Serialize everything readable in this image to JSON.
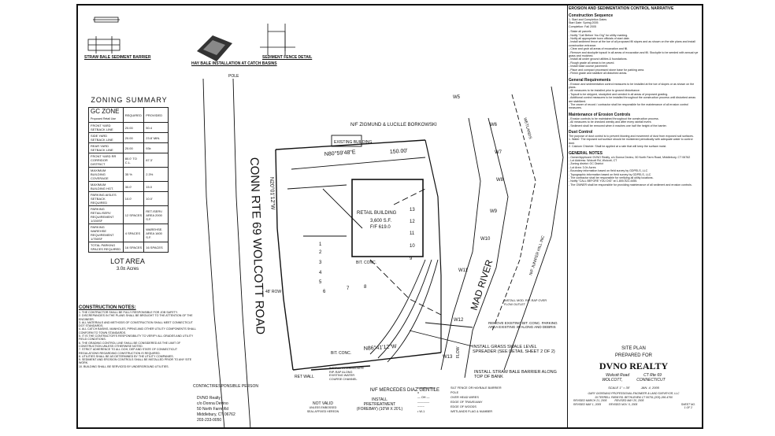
{
  "details": {
    "straw_bale": "STRAW BALE SEDIMENT BARRIER",
    "hay_bale": "HAY BALE INSTALLATION AT CATCH BASINS",
    "silt_fence": "SEDIMENT FENCE DETAIL"
  },
  "zoning": {
    "title": "ZONING SUMMARY",
    "zone": "GC ZONE",
    "zone_sub": "Proposed Retail Use",
    "headers": [
      "REQUIRED",
      "PROVIDED"
    ],
    "rows": [
      [
        "FRONT YARD SETBACK LINE",
        "20.00",
        "50.4"
      ],
      [
        "SIDE YARD SETBACK LINE",
        "20.00",
        "23.8' MIN."
      ],
      [
        "REAR YARD SETBACK LINE",
        "20.00",
        "93±"
      ],
      [
        "FRONT YARD RR CORRIDOR DISTRICT",
        "80.0' TO C.L.",
        "87.3'"
      ],
      [
        "MAXIMUM BUILDING COVERAGE",
        "35 %",
        "2.3%"
      ],
      [
        "MAXIMUM BUILDING HGT.",
        "30.0'",
        "15.0"
      ],
      [
        "PARKING AISLES SETBACK REQUIRED",
        "10.0'",
        "10.0'"
      ],
      [
        "PARKING RETAIL/SERV REQUIREMENT 1/150SF",
        "12 SPACES",
        "RET./SERV. AREA 2000 S.F."
      ],
      [
        "PARKING WAREHSE REQUIREMENT 1/750SF",
        "4 SPACES",
        "WAREHSE. AREA 1600 S.F."
      ],
      [
        "TOTAL PARKING SPACES REQUIRED",
        "16 SPACES",
        "16 SPACES"
      ]
    ],
    "lot_area_label": "LOT AREA",
    "lot_area_value": "3.0± Acres"
  },
  "plan": {
    "road": "CONN RTE 69 WOLCOTT ROAD",
    "river": "MAD RIVER",
    "abutter_north": "N/F ZIGMUND & LUCILLE BORKOWSKI",
    "abutter_south": "N/F MERCEDES DIAZ GENTILE",
    "abutter_east": "N/F JUNIPER HILL INC",
    "existing_building": "EXISTING BUILDING",
    "bearing_north": "N80°59'48\"E",
    "distance_north": "150.00'",
    "bearing_south": "N86°41'12\"W",
    "bearing_west": "N20°01'12\"W",
    "building_name": "RETAIL BUILDING",
    "building_area": "3,600 S.F.",
    "building_ff": "F/F 619.0",
    "bit_conc": "BIT. CONC.",
    "pole": "POLE",
    "wetlands": "WETLANDS",
    "flow": "FLOW",
    "row": "48' ROW",
    "ret_wall": "RET WALL",
    "note_swale": "INSTALL GRASS SWALE LEVEL SPREADER (SEE DETAIL SHEET 2 OF 2)",
    "note_remove": "REMOVE EXISTING BIT. CONC. PARKING AREA EXISTING 30'ALONG AND DEBRIS",
    "note_strawbale": "INSTALL STRAW BALE BARRIER ALONG TOP OF BANK",
    "note_pretreatment": "INSTALL PRETREATMENT (FOREBAY) (10'W X 20'L)",
    "note_riprap": "INSTALL INTERMEDIATE RIP-RAP ALONG EXISTING WATER COURSE CHANNEL",
    "note_mod": "INSTALL MOD. RIP-RAP OVER FLOW OUTLET",
    "flags": [
      "W5",
      "W6",
      "W7",
      "W8",
      "W9",
      "W10",
      "W11",
      "W12",
      "W13"
    ],
    "spaces": [
      "1",
      "2",
      "3",
      "4",
      "5",
      "6",
      "7",
      "8",
      "9",
      "10",
      "11",
      "12",
      "13"
    ]
  },
  "construction_notes": {
    "title": "CONSTRUCTION NOTES:",
    "items": [
      "1. THE CONTRACTOR SHALL BE FULLY RESPONSIBLE FOR JOB SAFETY.",
      "2. DISCREPANCIES IN THE PLANS SHALL BE BROUGHT TO THE ATTENTION OF THE ENGINEER.",
      "3. ALL MATERIALS AND METHODS OF CONSTRUCTION SHALL MEET CONNECTICUT DOT STANDARDS.",
      "4. ALL CATCH BASINS, MANHOLES, PIPING AND OTHER UTILITY COMPONENTS SHALL CONFORM TO TOWN STANDARDS.",
      "5. IT IS THE CONTRACTOR'S RESPONSIBILITY TO VERIFY ALL GRADES AND UTILITY FIELD CONDITIONS.",
      "6. THE GRADING CONTROL LINE SHALL BE CONSIDERED AS THE LIMIT OF CONSTRUCTION UNLESS OTHERWISE NOTED.",
      "7. STRICT ADHERENCE TO ALL DOH, DEP AND STATE OF CONNECTICUT REGULATIONS REGARDING CONSTRUCTION IS REQUIRED.",
      "8. UTILITIES SHALL BE AS DETERMINED BY THE UTILITY COMPANIES.",
      "9. SEDIMENT AND EROSION CONTROLS SHALL BE INSTALLED PRIOR TO ANY SITE WORK.",
      "10. BUILDING SHALL BE SERVICED BY UNDERGROUND UTILITIES."
    ]
  },
  "contact": {
    "title": "CONTACT/RESPONSIBLE PERSON",
    "lines": [
      "DVNO Realty",
      "c/o Donna Devino",
      "50 North Farm Rd",
      "Middlebury, CT 06762",
      "203-233-0050"
    ]
  },
  "seal": {
    "line1": "NOT VALID",
    "line2": "UNLESS EMBOSSED",
    "line3": "SEAL AFFIXED HEREON"
  },
  "legend": {
    "items": [
      [
        "xxxxxxxxxxxx",
        "SILT FENCE OR HAYBALE BARRIER"
      ],
      [
        "o",
        "POLE"
      ],
      [
        "— OH —",
        "OVER HEAD WIRES"
      ],
      [
        "————",
        "EDGE OF TRAVELWAY"
      ],
      [
        "~~~~",
        "EDGE OF WOODS"
      ],
      [
        "• W-1",
        "WETLANDS FLAG & NUMBER"
      ]
    ]
  },
  "narrative": {
    "title": "EROSION AND SEDIMENTATION CONTROL NARRATIVE",
    "seq_title": "Construction Sequence",
    "schedule": [
      "1. Start and Completion Dates",
      "Start Date:   Spring 2005",
      "Completion:   Fall 2005"
    ],
    "sequence": [
      "- Stake all parcels",
      "- Notify \"Call Before You Dig\" for utility marking.",
      "- Notify all appropriate town officials of start date.",
      "- Install sediment fence at the toe of all proposed fill slopes and as shown on the site plans and install construction entrance.",
      "- Clear and grub all areas of excavation and fill.",
      "- Remove and stockpile topsoil in all areas of excavation and fill. Stockpile to be seeded with annual rye grass and mulched.",
      "- Install all under ground utilities & foundations.",
      "- Rough grade all areas to be paved.",
      "- Install base course pavement.",
      "- Place and compact processed stone base for parking area.",
      "- Finish grade and stabilize all disturbed areas."
    ],
    "general_title": "General Requirements",
    "general": [
      "- Erosion and sedimentation control measures to be installed at the toe of slopes or as shown on the plans.",
      "- All measures to be installed prior to ground disturbance.",
      "- Topsoil to be stripped, stockpiled and seeded in all areas of proposed grading.",
      "- Additional control measures to be installed throughout the construction process until disturbed areas are stabilized.",
      "- The owner of record / contractor shall be responsible for the maintenance of all erosion control measures."
    ],
    "maint_title": "Maintenance of Erosion Controls",
    "maint": [
      "- Erosion controls to be maintained throughout the construction process.",
      "- All measures to be checked weekly and after every rainfall event.",
      "- Sediment shall be removed when it reaches one half the height of the barrier."
    ],
    "dust_title": "Dust Control",
    "dust": [
      "The purpose of dust control is to prevent blowing and movement of dust from exposed soil surfaces.",
      "1. Water: The exposed soil surface should be moistened periodically with adequate water to control dust.",
      "2. Calcium Chloride: Shall be applied at a rate that will keep the surface moist."
    ],
    "general_notes_title": "GENERAL NOTES",
    "general_notes": [
      "- Owner/Applicant: DVNO Realty, c/o Donna Devino, 50 North Farm Road, Middlebury, CT 06762",
      "- Lot Address: Wolcott Rd, Wolcott, CT",
      "- Zoning district: GC District",
      "- Lot Area: 3.0± Acres",
      "- Boundary information based on field survey by GDPELS, LLC",
      "- Topographic information based on field survey by GDPELS, LLC",
      "- The contractor shall be responsible for verifying all utility locations.",
      "- Notify \"CALL BEFORE YOU DIG\" at 1-800-922-4455.",
      "- The OWNER shall be responsible for providing maintenance of all sediment and erosion controls."
    ]
  },
  "title_block": {
    "line1": "SITE PLAN",
    "line2": "PREPARED FOR",
    "client": "DVNO REALTY",
    "addr_left1": "Wolcott Road",
    "addr_right1": "CT Rte 69",
    "addr_left2": "WOLCOTT,",
    "addr_right2": "CONNECTICUT",
    "scale": "SCALE 1\" = 30'",
    "date": "JAN. 4, 2005",
    "engineer": "GARY GIORDANO PROFESSIONAL ENGINEER & LAND SURVEYOR, LLC",
    "engineer_addr": "19 TERRELL FARM RD. BETHLEHEM CT 06751 (203)-266-4760",
    "rev1": "REVISED MARCH 21, 2005",
    "rev2": "REVISED MAY 20, 2005",
    "rev3": "REVISED MAY 1, 2005",
    "rev4": "REVISED NOV. 5, 2005",
    "sheet_label": "SHEET NO.",
    "sheet_value": "1 OF 2"
  }
}
